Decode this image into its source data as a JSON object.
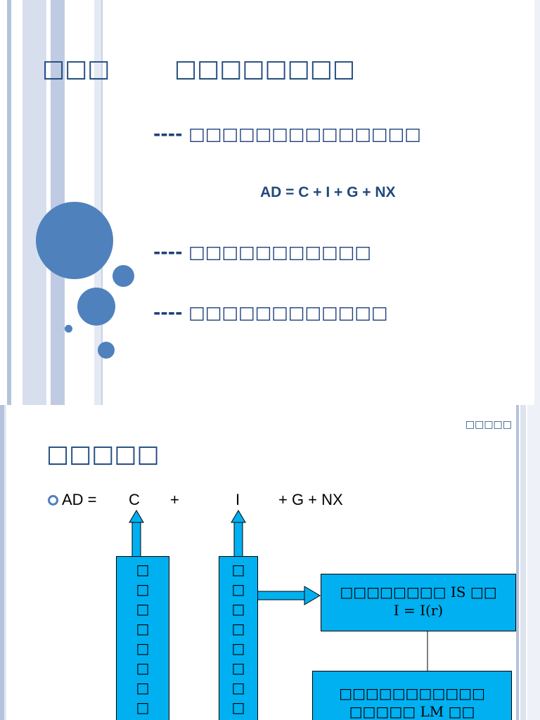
{
  "slide1": {
    "section_label": "□□□",
    "title": "□□□□□□□□",
    "line1": "---- □□□□□□□□□□□□□□",
    "formula": "AD = C + I + G + NX",
    "line2": "---- □□□□□□□□□□□",
    "line3": "---- □□□□□□□□□□□□",
    "colors": {
      "accent": "#4f81bd",
      "text": "#1f497d"
    }
  },
  "slide2": {
    "corner": "□□□□□",
    "title": "□□□□□",
    "equation": {
      "ad": "AD =",
      "c": "C",
      "plus1": "+",
      "i": "I",
      "rest": "+ G + NX"
    },
    "box_c_chars": [
      "□",
      "□",
      "□",
      "□",
      "□",
      "□",
      "□",
      "□",
      "□"
    ],
    "box_i_chars": [
      "□",
      "□",
      "□",
      "□",
      "□",
      "□",
      "□",
      "□",
      "□"
    ],
    "box_is": {
      "line1": "□□□□□□□□ IS □□",
      "line2": "I = I(r)"
    },
    "box_lm": {
      "line1": "□□□□□□□□□□□",
      "line2": "□□□□□ LM □□"
    },
    "colors": {
      "box": "#00b0f0"
    }
  }
}
